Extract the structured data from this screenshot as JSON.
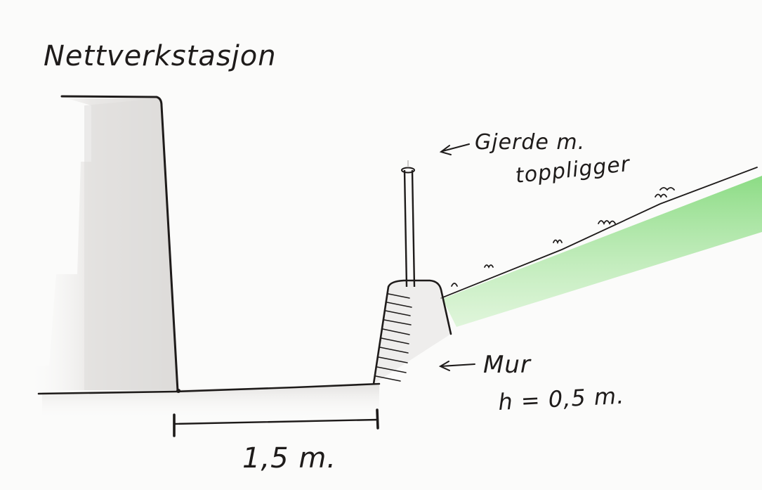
{
  "labels": {
    "title": "Nettverkstasjon",
    "fence_line1": "Gjerde m.",
    "fence_line2": "toppligger",
    "wall_line1": "Mur",
    "wall_line2": "h = 0,5 m.",
    "dimension": "1,5 m."
  },
  "colors": {
    "ink": "#1e1b1a",
    "shadow": "#d8d6d4",
    "grass": "#8fdc86",
    "paper": "#fbfbfa"
  }
}
